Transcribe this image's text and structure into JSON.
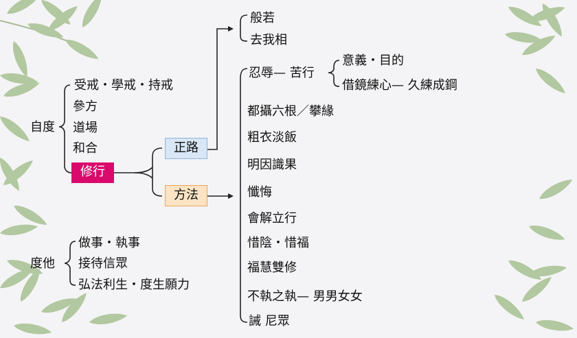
{
  "zidu": {
    "label": "自度",
    "items": [
      "受戒・學戒・持戒",
      "參方",
      "道場",
      "和合"
    ],
    "xiuxing": "修行"
  },
  "zhenglu": {
    "label": "正路",
    "items": [
      "般若",
      "去我相"
    ]
  },
  "fangfa": {
    "label": "方法",
    "renru": "忍辱— 苦行",
    "renru_sub": [
      "意義・目的",
      "借鏡練心— 久練成鋼"
    ],
    "items": [
      "都攝六根／攀緣",
      "粗衣淡飯",
      "明因識果",
      "懺悔",
      "會解立行",
      "惜陰・惜福",
      "福慧雙修",
      "不執之執— 男男女女",
      "誡 尼眾"
    ]
  },
  "duta": {
    "label": "度他",
    "items": [
      "做事・執事",
      "接待信眾",
      "弘法利生・度生願力"
    ]
  },
  "colors": {
    "xiuxing_box": "#d90a6b",
    "zhenglu_box": "#d8e6f6",
    "fangfa_box": "#fbe3c4",
    "leaf": "#6f9a4a"
  }
}
